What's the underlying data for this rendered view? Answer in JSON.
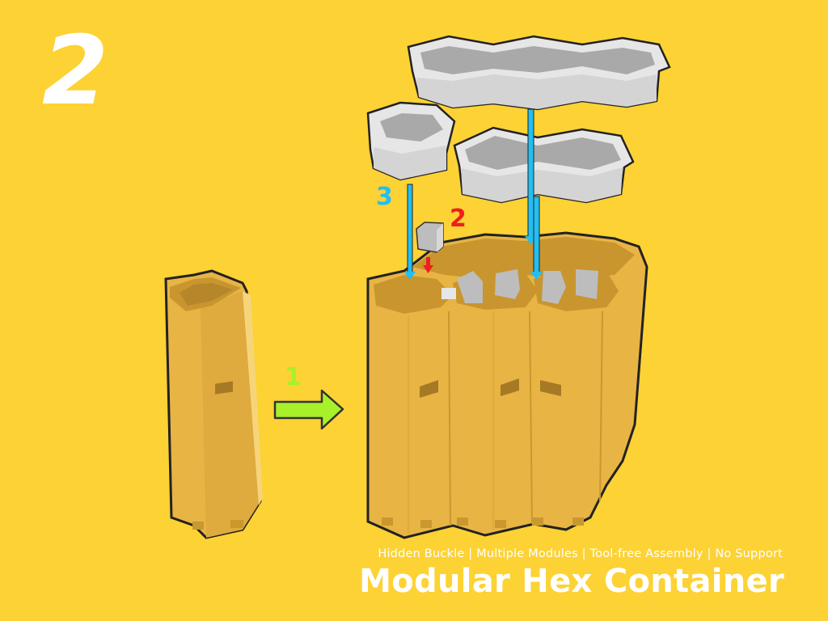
{
  "step": {
    "number": "2"
  },
  "labels": {
    "step1": "1",
    "step2": "2",
    "step3": "3"
  },
  "footer": {
    "tagline": "Hidden Buckle | Multiple Modules | Tool-free Assembly | No Support",
    "title": "Modular Hex Container"
  },
  "colors": {
    "background": "#FDD234",
    "container": "#E9B343",
    "lid": "#E6E6E6",
    "arrow_step1": "#A8F02A",
    "arrow_step2": "#F01E1E",
    "arrow_step3": "#21BFF2",
    "text": "#FFFFFF"
  }
}
